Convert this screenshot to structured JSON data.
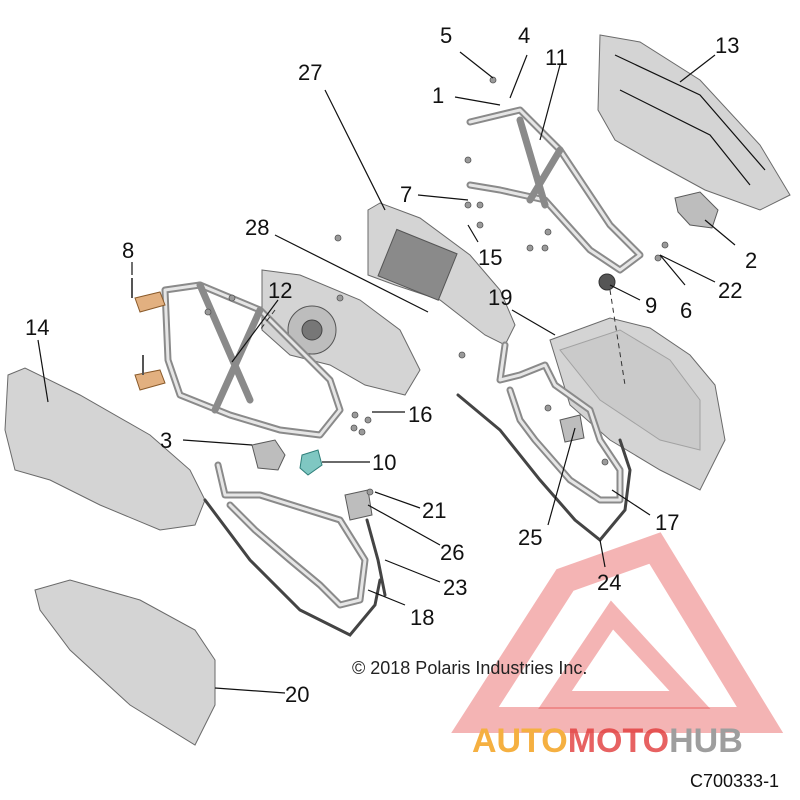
{
  "diagram": {
    "copyright": "© 2018 Polaris Industries Inc.",
    "drawing_code": "C700333-1",
    "colors": {
      "part_fill": "#d4d4d4",
      "outline": "#6a6a6a",
      "bracket": "#e2b080",
      "latch": "#7fc7c2",
      "watermark_red": "#e23b3b",
      "watermark_orange": "#f5b041",
      "watermark_gray": "#9e9e9e"
    },
    "callouts": [
      "1",
      "2",
      "3",
      "4",
      "5",
      "6",
      "7",
      "8",
      "9",
      "10",
      "11",
      "12",
      "13",
      "14",
      "15",
      "16",
      "17",
      "18",
      "19",
      "20",
      "21",
      "22",
      "23",
      "24",
      "25",
      "26",
      "27",
      "28"
    ]
  },
  "watermark": {
    "brand_auto": "AUTO",
    "brand_moto": "MOTO",
    "brand_hub": "HUB"
  }
}
